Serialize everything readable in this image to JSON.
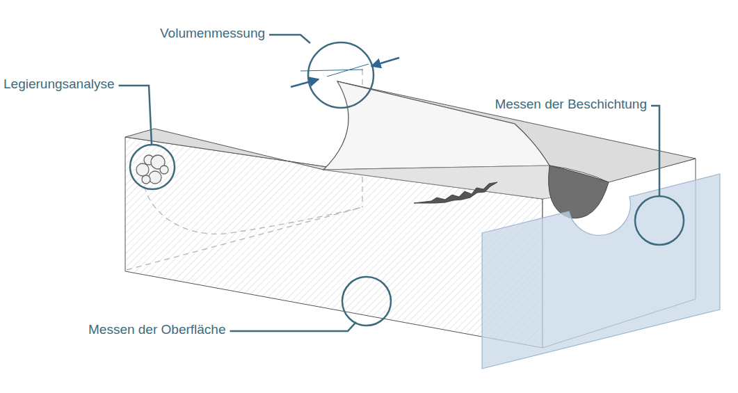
{
  "diagram": {
    "labels": [
      "Volumenmessung",
      "Legierungsanalyse",
      "Messen der Beschichtung",
      "Messen der Oberfläche"
    ]
  }
}
